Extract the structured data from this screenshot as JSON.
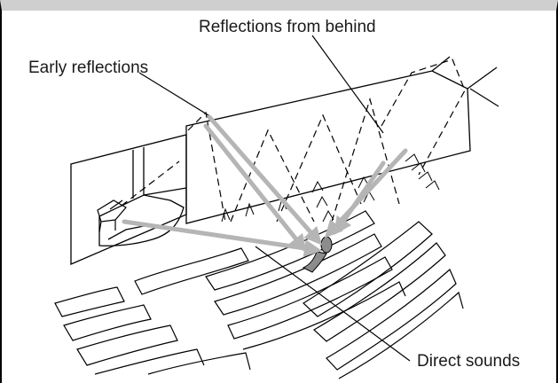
{
  "labels": {
    "early": "Early reflections",
    "behind": "Reflections from behind",
    "direct": "Direct sounds"
  },
  "colors": {
    "frame_top": "#cfcfcf",
    "line": "#000000",
    "arrow": "#b5b5b5",
    "listener": "#8c8c8c",
    "background": "#ffffff"
  },
  "icons": [
    "piano-icon",
    "listener-icon",
    "concert-hall-illustration"
  ]
}
